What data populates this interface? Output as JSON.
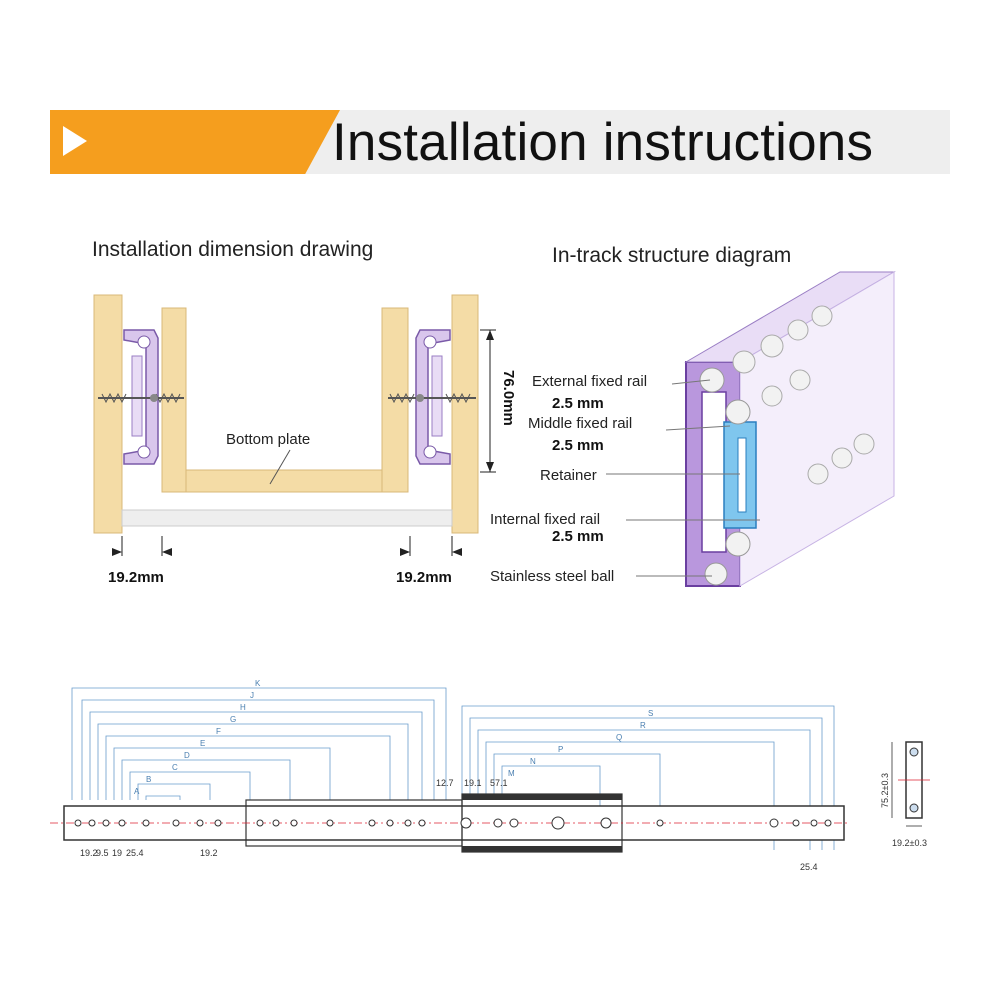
{
  "banner": {
    "title": "Installation instructions",
    "accent": "#f59e1e",
    "icon": "play-triangle-icon"
  },
  "dimension_drawing": {
    "title": "Installation dimension drawing",
    "bottom_plate": "Bottom plate",
    "height": "76.0mm",
    "left_gap": "19.2mm",
    "right_gap": "19.2mm"
  },
  "structure_diagram": {
    "title": "In-track structure diagram",
    "external_rail": "External fixed rail",
    "external_thickness": "2.5 mm",
    "middle_rail": "Middle fixed rail",
    "middle_thickness": "2.5 mm",
    "retainer": "Retainer",
    "internal_rail": "Internal fixed rail",
    "internal_thickness": "2.5 mm",
    "steel_ball": "Stainless steel ball"
  },
  "technical_drawing": {
    "left_letters": [
      "K",
      "J",
      "H",
      "G",
      "F",
      "E",
      "D",
      "C",
      "B",
      "A"
    ],
    "right_letters": [
      "S",
      "R",
      "Q",
      "P",
      "N",
      "M"
    ],
    "small_dims": [
      "19.2",
      "9.5",
      "19",
      "25.4",
      "19.2",
      "12.7",
      "19.1",
      "57.1",
      "25.4"
    ],
    "height_dim": "75.2±0.3",
    "width_dim": "19.2±0.3"
  }
}
